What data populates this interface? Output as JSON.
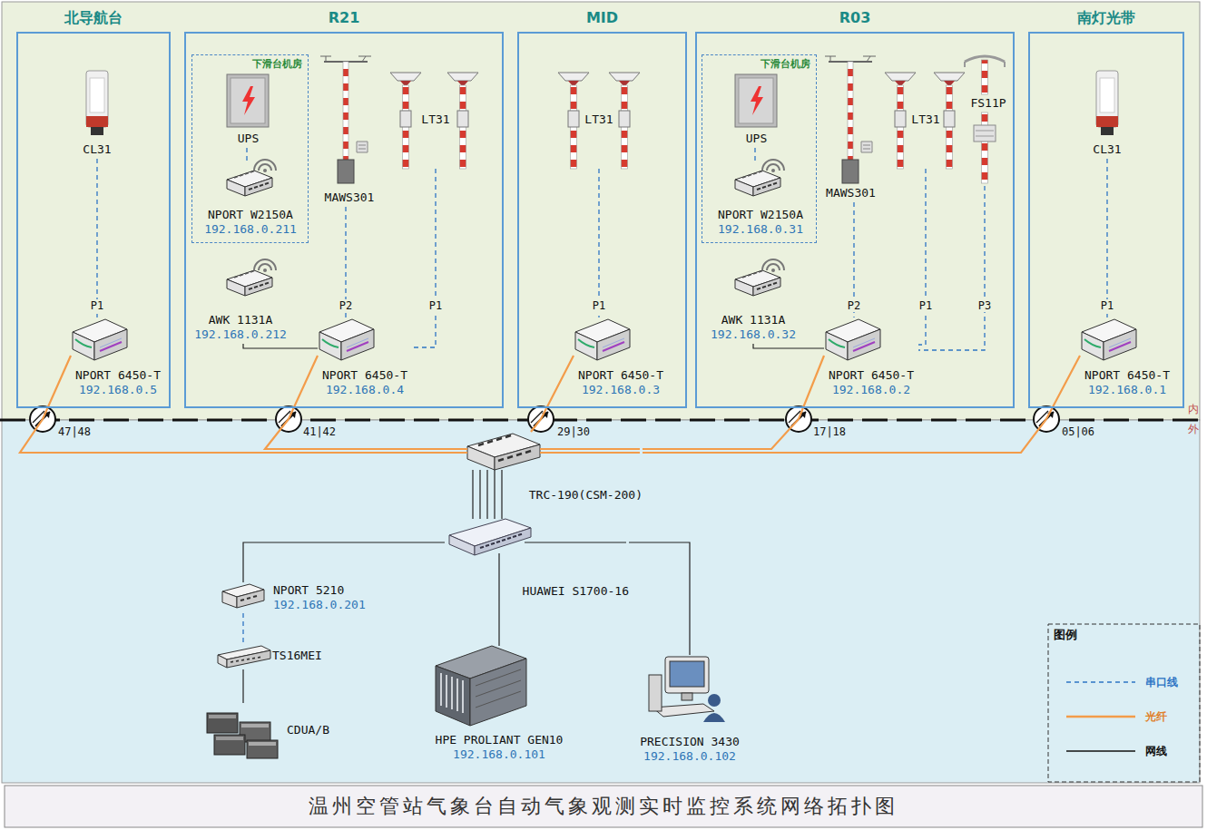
{
  "diagram": {
    "caption": "温州空管站气象台自动气象观测实时监控系统网络拓扑图",
    "nodes": [
      {
        "text": [
          "北导航台"
        ]
      },
      {
        "text": [
          "CL31"
        ],
        "in": 0
      },
      {
        "text": [
          "NPORT 6450-T",
          "192.168.0.5"
        ],
        "in": 0
      },
      {
        "text": [
          "R21"
        ]
      },
      {
        "text": [
          "下滑台机房"
        ],
        "in": 3
      },
      {
        "text": [
          "UPS"
        ],
        "in": 4
      },
      {
        "text": [
          "NPORT W2150A",
          "192.168.0.211"
        ],
        "in": 4
      },
      {
        "text": [
          "MAWS301"
        ],
        "in": 3
      },
      {
        "text": [
          "LT31"
        ],
        "in": 3
      },
      {
        "text": [
          "AWK 1131A",
          "192.168.0.212"
        ],
        "in": 3
      },
      {
        "text": [
          "NPORT 6450-T",
          "192.168.0.4"
        ],
        "in": 3
      },
      {
        "text": [
          "MID"
        ]
      },
      {
        "text": [
          "LT31"
        ],
        "in": 11
      },
      {
        "text": [
          "NPORT 6450-T",
          "192.168.0.3"
        ],
        "in": 11
      },
      {
        "text": [
          "R03"
        ]
      },
      {
        "text": [
          "下滑台机房"
        ],
        "in": 14
      },
      {
        "text": [
          "UPS"
        ],
        "in": 15
      },
      {
        "text": [
          "NPORT W2150A",
          "192.168.0.31"
        ],
        "in": 15
      },
      {
        "text": [
          "MAWS301"
        ],
        "in": 14
      },
      {
        "text": [
          "LT31"
        ],
        "in": 14
      },
      {
        "text": [
          "FS11P"
        ],
        "in": 14
      },
      {
        "text": [
          "AWK 1131A",
          "192.168.0.32"
        ],
        "in": 14
      },
      {
        "text": [
          "NPORT 6450-T",
          "192.168.0.2"
        ],
        "in": 14
      },
      {
        "text": [
          "南灯光带"
        ]
      },
      {
        "text": [
          "CL31"
        ],
        "in": 23
      },
      {
        "text": [
          "NPORT 6450-T",
          "192.168.0.1"
        ],
        "in": 23
      },
      {
        "text": [
          "TRC-190(CSM-200)"
        ]
      },
      {
        "text": [
          "HUAWEI S1700-16"
        ]
      },
      {
        "text": [
          "NPORT 5210",
          "192.168.0.201"
        ]
      },
      {
        "text": [
          "TS16MEI"
        ]
      },
      {
        "text": [
          "CDUA/B"
        ]
      },
      {
        "text": [
          "HPE PROLIANT GEN10",
          "192.168.0.101"
        ]
      },
      {
        "text": [
          "PRECISION 3430",
          "192.168.0.102"
        ]
      }
    ],
    "edges": [
      {
        "from": 1,
        "to": 2,
        "label": "P1",
        "arrow": "none"
      },
      {
        "from": 5,
        "to": 6,
        "arrow": "none"
      },
      {
        "from": 7,
        "to": 10,
        "label": "P2",
        "arrow": "none"
      },
      {
        "from": 8,
        "to": 10,
        "label": "P1",
        "arrow": "none"
      },
      {
        "from": 9,
        "to": 10,
        "arrow": "none"
      },
      {
        "from": 12,
        "to": 13,
        "label": "P1",
        "arrow": "none"
      },
      {
        "from": 16,
        "to": 17,
        "arrow": "none"
      },
      {
        "from": 18,
        "to": 22,
        "label": "P2",
        "arrow": "none"
      },
      {
        "from": 19,
        "to": 22,
        "label": "P1",
        "arrow": "none"
      },
      {
        "from": 20,
        "to": 22,
        "label": "P3",
        "arrow": "none"
      },
      {
        "from": 21,
        "to": 22,
        "arrow": "none"
      },
      {
        "from": 24,
        "to": 25,
        "label": "P1",
        "arrow": "none"
      },
      {
        "from": 2,
        "to": 26,
        "label": "47|48",
        "arrow": "none"
      },
      {
        "from": 10,
        "to": 26,
        "label": "41|42",
        "arrow": "none"
      },
      {
        "from": 13,
        "to": 26,
        "label": "29|30",
        "arrow": "none"
      },
      {
        "from": 22,
        "to": 26,
        "label": "17|18",
        "arrow": "none"
      },
      {
        "from": 25,
        "to": 26,
        "label": "05|06",
        "arrow": "none"
      },
      {
        "from": 26,
        "to": 27,
        "arrow": "none"
      },
      {
        "from": 27,
        "to": 28,
        "arrow": "none"
      },
      {
        "from": 27,
        "to": 31,
        "arrow": "none"
      },
      {
        "from": 27,
        "to": 32,
        "arrow": "none"
      },
      {
        "from": 28,
        "to": 29,
        "arrow": "none"
      },
      {
        "from": 29,
        "to": 30,
        "arrow": "none"
      }
    ],
    "labels": [
      "内",
      "外",
      "图例"
    ],
    "legend": [
      {
        "text": "串口线"
      },
      {
        "text": "光纤"
      },
      {
        "text": "网线"
      }
    ]
  }
}
